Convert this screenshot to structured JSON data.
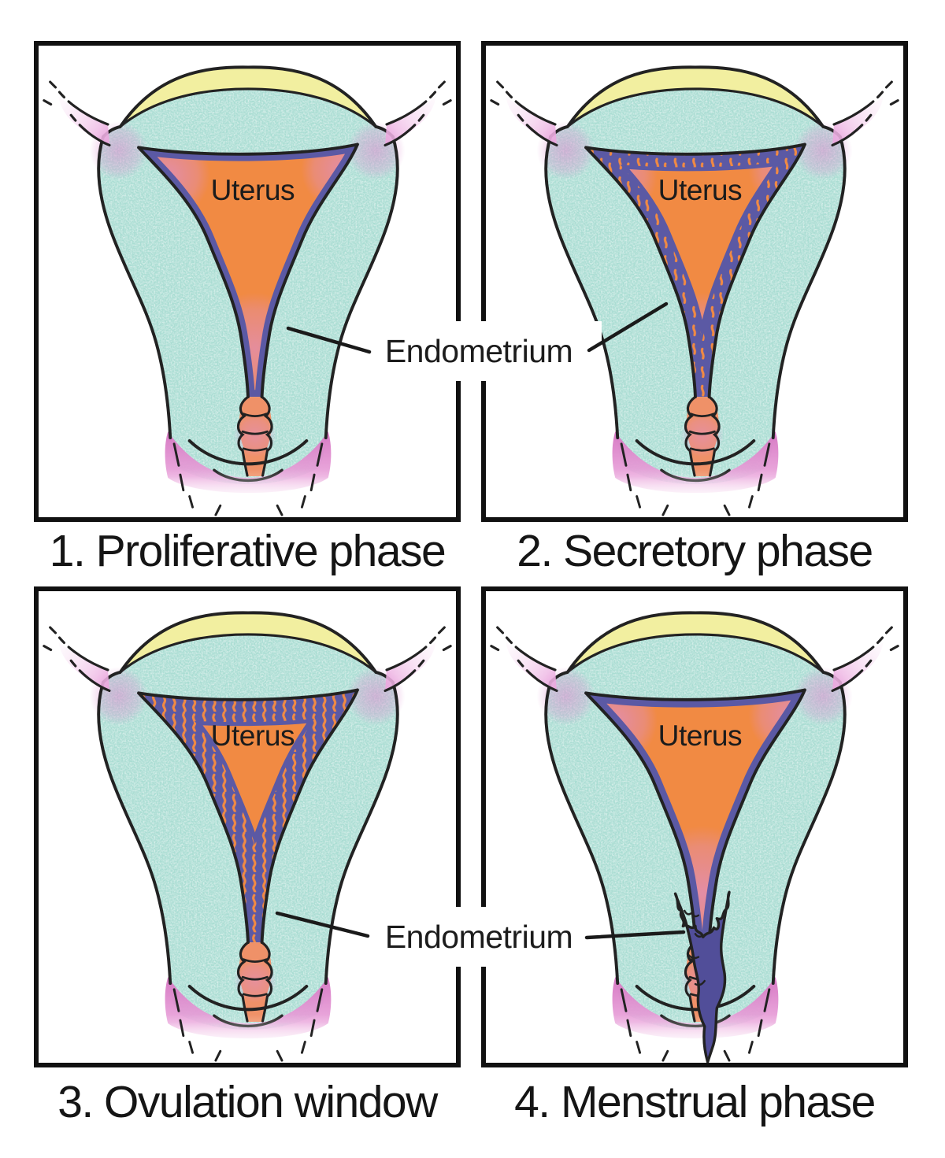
{
  "page": {
    "background": "#ffffff",
    "panel_border_color": "#111111"
  },
  "panels": [
    {
      "phase_id": "proliferative",
      "caption": "1. Proliferative phase",
      "organ_label": "Uterus"
    },
    {
      "phase_id": "secretory",
      "caption": "2. Secretory phase",
      "organ_label": "Uterus"
    },
    {
      "phase_id": "ovulation",
      "caption": "3. Ovulation window",
      "organ_label": "Uterus"
    },
    {
      "phase_id": "menstrual",
      "caption": "4. Menstrual phase",
      "organ_label": "Uterus"
    }
  ],
  "annotations": [
    {
      "label": "Endometrium",
      "points_to": [
        "proliferative",
        "secretory"
      ]
    },
    {
      "label": "Endometrium",
      "points_to": [
        "ovulation",
        "menstrual"
      ]
    }
  ],
  "colors": {
    "outline": "#222222",
    "text": "#1c1c1c",
    "myometrium_teal": "#aaddd3",
    "fundus_yellow": "#f2efa0",
    "cavity_orange": "#f18a43",
    "endometrium_purple": "#5b59a4",
    "menstrual_purple": "#514e99",
    "speckle_pink": "#dd8fd0",
    "tube_pink": "#eba9df",
    "cervix_salmon": "#ef9168",
    "vagina_magenta": "#d678c3",
    "fade_pink": "#f6d9ef"
  }
}
